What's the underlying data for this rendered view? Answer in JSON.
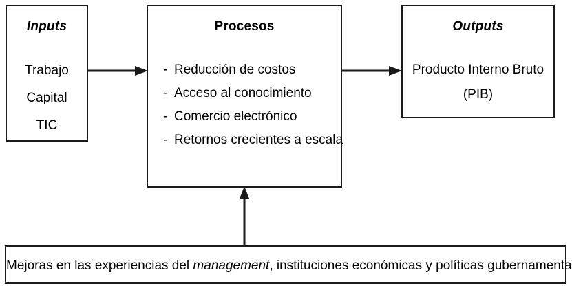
{
  "diagram": {
    "background_color": "#ffffff",
    "stroke_color": "#1a1a1a",
    "inputs": {
      "title": "Inputs",
      "items": [
        "Trabajo",
        "Capital",
        "TIC"
      ]
    },
    "procesos": {
      "title": "Procesos",
      "bullet_marker": "-",
      "items": [
        "Reducción de costos",
        "Acceso al conocimiento",
        "Comercio electrónico",
        "Retornos crecientes a escala"
      ]
    },
    "outputs": {
      "title": "Outputs",
      "lines": [
        "Producto Interno Bruto",
        "(PIB)"
      ]
    },
    "bottom": {
      "text_before": "Mejoras en las experiencias del ",
      "text_italic": "management",
      "text_after": ", instituciones económicas y políticas gubernamentales"
    },
    "arrows": [
      {
        "name": "inputs-to-procesos",
        "direction": "right"
      },
      {
        "name": "procesos-to-outputs",
        "direction": "right"
      },
      {
        "name": "bottom-to-procesos",
        "direction": "up"
      }
    ]
  }
}
